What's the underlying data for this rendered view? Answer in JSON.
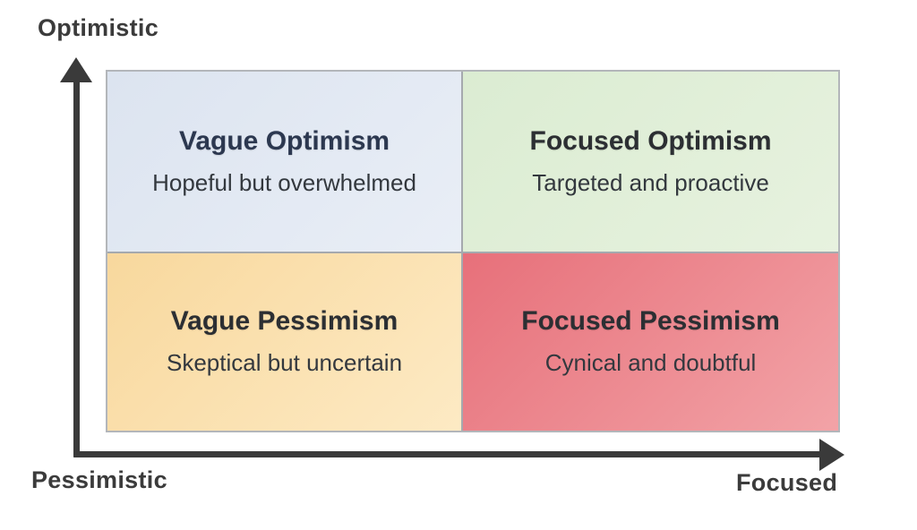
{
  "diagram": {
    "type": "2x2-quadrant-matrix",
    "axes": {
      "y_label_top": "Optimistic",
      "y_label_bottom": "Pessimistic",
      "x_label_right": "Focused",
      "axis_color": "#3a3a3a",
      "label_color": "#3b3b3b"
    },
    "quadrants": {
      "top_left": {
        "title": "Vague Optimism",
        "subtitle": "Hopeful but overwhelmed",
        "bg_from": "#dce4f0",
        "bg_to": "#e9eef6",
        "title_color": "#2c3850"
      },
      "top_right": {
        "title": "Focused Optimism",
        "subtitle": "Targeted and proactive",
        "bg_from": "#dbecd2",
        "bg_to": "#e7f2df",
        "title_color": "#2c2f33"
      },
      "bottom_left": {
        "title": "Vague Pessimism",
        "subtitle": "Skeptical but uncertain",
        "bg_from": "#f8d89d",
        "bg_to": "#fdeac4",
        "title_color": "#2c2f33"
      },
      "bottom_right": {
        "title": "Focused Pessimism",
        "subtitle": "Cynical and doubtful",
        "bg_from": "#e7707a",
        "bg_to": "#f2a3a7",
        "title_color": "#2c2f33"
      }
    }
  }
}
